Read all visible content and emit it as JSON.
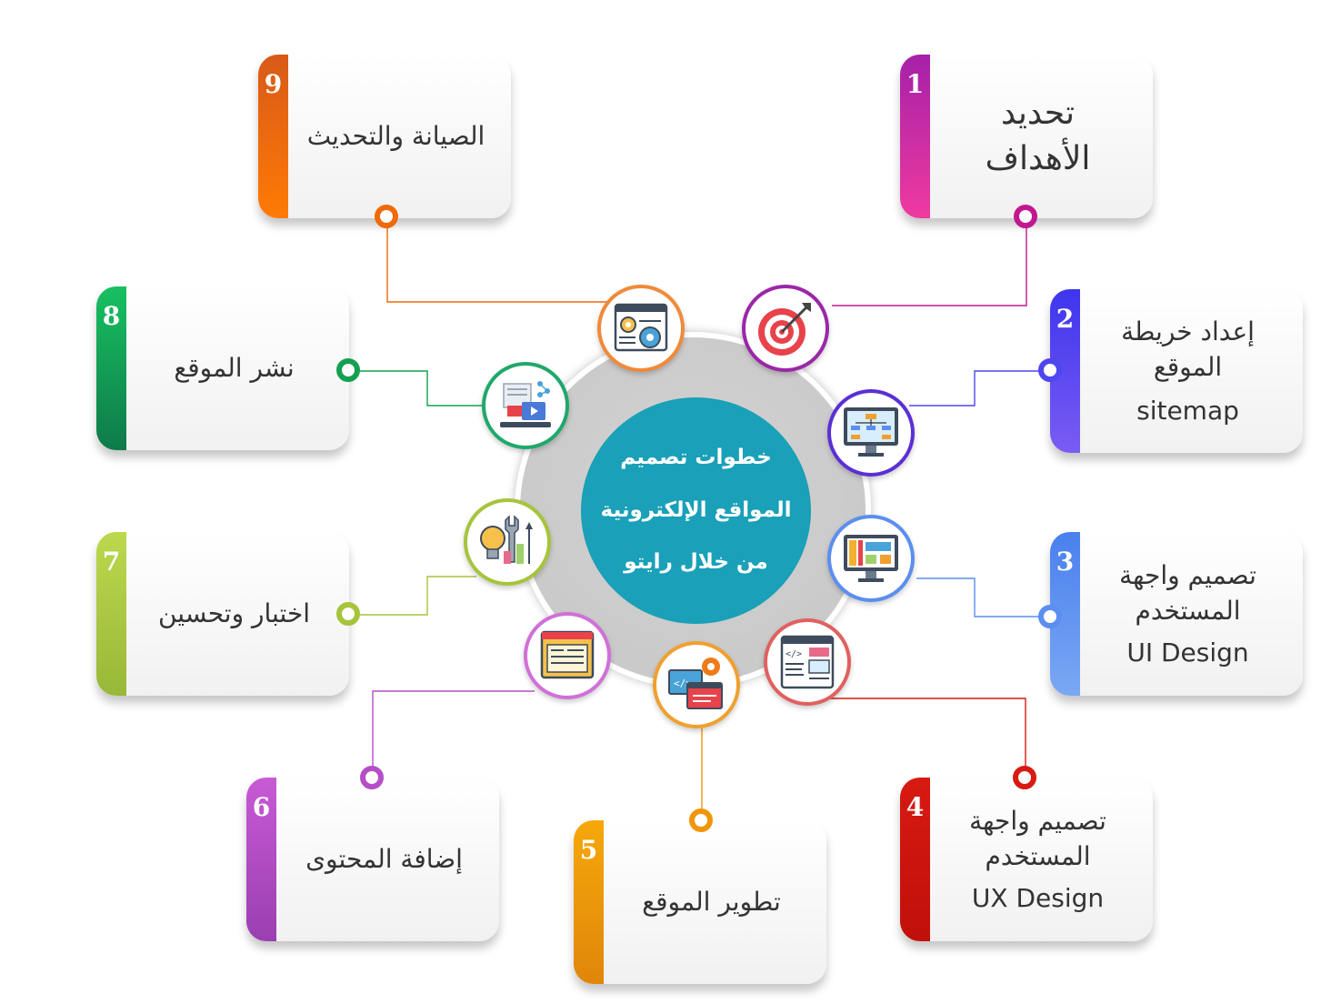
{
  "center": {
    "line1": "خطوات تصميم",
    "line2": "المواقع الإلكترونية",
    "line3": "من خلال رايتو"
  },
  "steps": [
    {
      "num": "1",
      "lines": [
        "تحديد",
        "الأهداف"
      ],
      "color": "#c2188f"
    },
    {
      "num": "2",
      "lines": [
        "إعداد خريطة",
        "الموقع",
        "sitemap"
      ],
      "color": "#4f46f0"
    },
    {
      "num": "3",
      "lines": [
        "تصميم واجهة",
        "المستخدم",
        "UI Design"
      ],
      "color": "#5b8ef0"
    },
    {
      "num": "4",
      "lines": [
        "تصميم واجهة",
        "المستخدم",
        "UX Design"
      ],
      "color": "#d71a12"
    },
    {
      "num": "5",
      "lines": [
        "تطوير الموقع"
      ],
      "color": "#f0960a"
    },
    {
      "num": "6",
      "lines": [
        "إضافة المحتوى"
      ],
      "color": "#b44fc7"
    },
    {
      "num": "7",
      "lines": [
        "اختبار وتحسين"
      ],
      "color": "#a6c43c"
    },
    {
      "num": "8",
      "lines": [
        "نشر الموقع"
      ],
      "color": "#14a050"
    },
    {
      "num": "9",
      "lines": [
        "الصيانة والتحديث"
      ],
      "color": "#f06a0a"
    }
  ],
  "icons": [
    {
      "name": "target-icon",
      "color": "#9b27a8"
    },
    {
      "name": "sitemap-monitor-icon",
      "color": "#5b2fd6"
    },
    {
      "name": "design-tools-monitor-icon",
      "color": "#5b8ef0"
    },
    {
      "name": "code-layout-icon",
      "color": "#e06060"
    },
    {
      "name": "code-browser-gear-icon",
      "color": "#f0a030"
    },
    {
      "name": "content-window-icon",
      "color": "#d070d8"
    },
    {
      "name": "bulb-wrench-chart-icon",
      "color": "#a6c43c"
    },
    {
      "name": "publish-laptop-icon",
      "color": "#1fa86a"
    },
    {
      "name": "gear-settings-window-icon",
      "color": "#f08a3a"
    }
  ]
}
